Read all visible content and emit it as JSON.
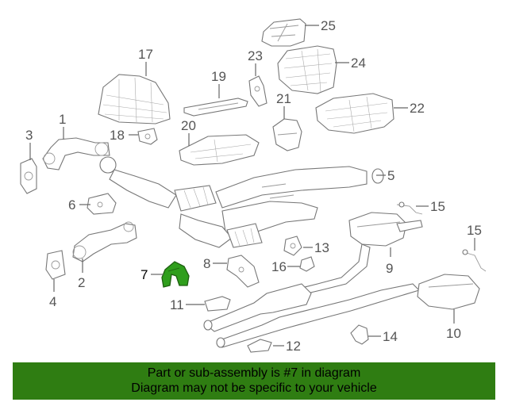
{
  "diagram": {
    "highlight_color": "#2f9e1c",
    "callouts": [
      {
        "id": "1",
        "label": "1"
      },
      {
        "id": "2",
        "label": "2"
      },
      {
        "id": "3",
        "label": "3"
      },
      {
        "id": "4",
        "label": "4"
      },
      {
        "id": "5",
        "label": "5"
      },
      {
        "id": "6",
        "label": "6"
      },
      {
        "id": "7",
        "label": "7"
      },
      {
        "id": "8",
        "label": "8"
      },
      {
        "id": "9",
        "label": "9"
      },
      {
        "id": "10",
        "label": "10"
      },
      {
        "id": "11",
        "label": "11"
      },
      {
        "id": "12",
        "label": "12"
      },
      {
        "id": "13",
        "label": "13"
      },
      {
        "id": "14",
        "label": "14"
      },
      {
        "id": "15a",
        "label": "15"
      },
      {
        "id": "15b",
        "label": "15"
      },
      {
        "id": "16",
        "label": "16"
      },
      {
        "id": "17",
        "label": "17"
      },
      {
        "id": "18",
        "label": "18"
      },
      {
        "id": "19",
        "label": "19"
      },
      {
        "id": "20",
        "label": "20"
      },
      {
        "id": "21",
        "label": "21"
      },
      {
        "id": "22",
        "label": "22"
      },
      {
        "id": "23",
        "label": "23"
      },
      {
        "id": "24",
        "label": "24"
      },
      {
        "id": "25",
        "label": "25"
      }
    ]
  },
  "banner": {
    "color": "#2f7d12",
    "line1": "Part or sub-assembly is #7 in diagram",
    "line2": "Diagram may not be specific to your vehicle"
  }
}
